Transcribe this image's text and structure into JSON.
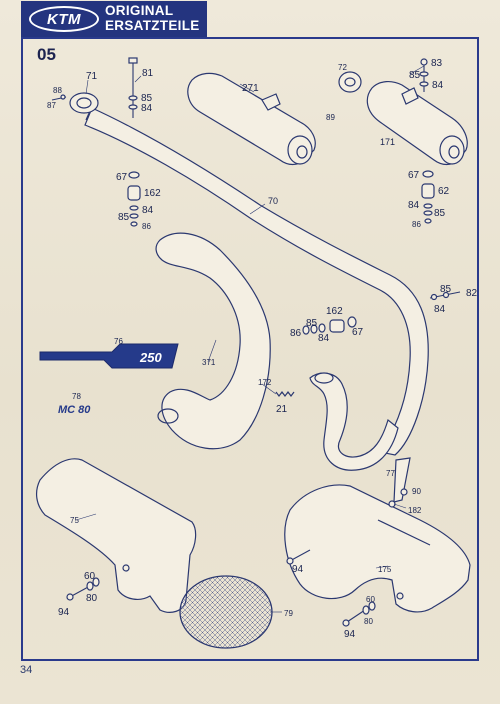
{
  "header": {
    "logo": "KTM",
    "line1": "ORIGINAL",
    "line2": "ERSATZTEILE"
  },
  "section": "05",
  "page_number": "34",
  "decal_text_250": "250",
  "decal_text_mc80": "MC 80",
  "callouts": {
    "c71": "71",
    "c81": "81",
    "c88": "88",
    "c87": "87",
    "c85a": "85",
    "c84a": "84",
    "c271": "271",
    "c72": "72",
    "c83": "83",
    "c85b": "85",
    "c84b": "84",
    "c89": "89",
    "c171": "171",
    "c67a": "67",
    "c162a": "162",
    "c84c": "84",
    "c85c": "85",
    "c86a": "86",
    "c70": "70",
    "c67b": "67",
    "c62": "62",
    "c84d": "84",
    "c85d": "85",
    "c86b": "86",
    "c85e": "85",
    "c82": "82",
    "c84e": "84",
    "c162b": "162",
    "c85f": "85",
    "c86c": "86",
    "c84f": "84",
    "c67c": "67",
    "c76": "76",
    "c371": "371",
    "c172": "172",
    "c21": "21",
    "c78": "78",
    "c77": "77",
    "c90": "90",
    "c182": "182",
    "c75": "75",
    "c175": "175",
    "c94a": "94",
    "c60a": "60",
    "c80a": "80",
    "c94b": "94",
    "c79": "79",
    "c60b": "60",
    "c80b": "80",
    "c94c": "94"
  }
}
